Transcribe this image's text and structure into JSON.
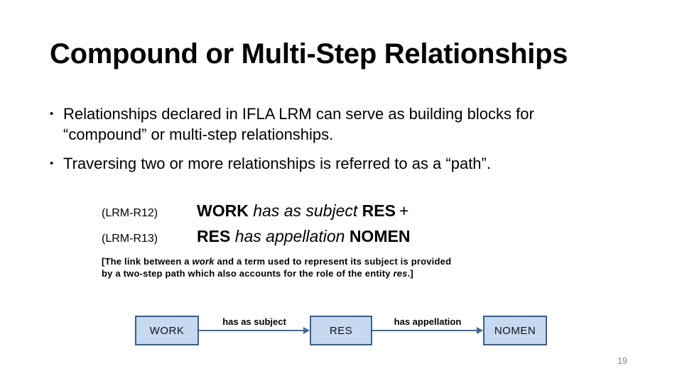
{
  "slide": {
    "title": "Compound or Multi-Step Relationships",
    "bullets": {
      "marker": "•",
      "items": [
        "Relationships declared in IFLA LRM can serve as building blocks for “compound” or multi-step relationships.",
        "Traversing two or more relationships is referred to as a “path”."
      ]
    },
    "lrm_statements": {
      "rows": [
        {
          "label": "(LRM-R12)",
          "subject": "WORK",
          "predicate": "has as subject",
          "object": "RES",
          "suffix": "+"
        },
        {
          "label": "(LRM-R13)",
          "subject": "RES",
          "predicate": "has appellation",
          "object": "NOMEN",
          "suffix": ""
        }
      ]
    },
    "note": {
      "line1_pre": "[The link between a ",
      "line1_em": "work",
      "line1_post": " and a term used to represent its subject is provided",
      "line2_pre": "by a two-step path which also accounts for the role of the entity ",
      "line2_em": "res",
      "line2_post": ".]"
    },
    "diagram": {
      "nodes": [
        {
          "label": "WORK"
        },
        {
          "label": "RES"
        },
        {
          "label": "NOMEN"
        }
      ],
      "edges": [
        {
          "label": "has as subject"
        },
        {
          "label": "has appellation"
        }
      ],
      "colors": {
        "node_fill": "#C6D9F1",
        "node_border": "#376092",
        "arrow": "#456A9A"
      }
    },
    "page_number": "19"
  }
}
